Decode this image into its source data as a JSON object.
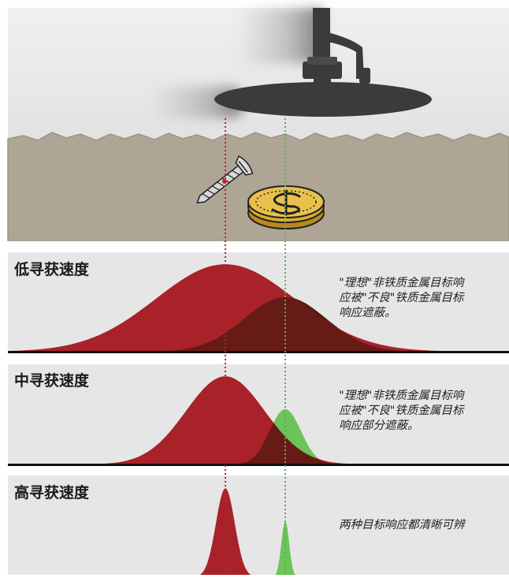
{
  "colors": {
    "sky": "#e6e6e6",
    "sky_top": "#efefef",
    "soil": "#aea595",
    "soil_edge": "#9c9384",
    "panel_bg": "#e6e6e6",
    "ferrous_red": "#a9222a",
    "ferrous_red_dark": "#7a1a1f",
    "overlap_dark": "#5a1a14",
    "nonferrous_green": "#6cc35a",
    "coil": "#3b3b3b",
    "coin_gold": "#e9c04c",
    "coin_rim": "#b88a1e",
    "divider": "#111111",
    "guide_red": "#b6242c",
    "guide_green": "#55b44a"
  },
  "illustration": {
    "detector_icon": "metal-detector-coil-icon",
    "screw_icon": "screw-icon",
    "coin_icon": "gold-coin-icon",
    "coin_symbol": "dollar-sign"
  },
  "panels": [
    {
      "title": "低寻获速度",
      "note_lines": [
        "\"理想\"非铁质金属目标响",
        "应被\"不良\"铁质金属目标",
        "响应遮蔽。"
      ],
      "ferrous_response": {
        "peak": 0.88,
        "width": "wide"
      },
      "nonferrous_response": {
        "peak": 0.55,
        "width": "wide",
        "mostly_hidden": true
      }
    },
    {
      "title": "中寻获速度",
      "note_lines": [
        "\"理想\"非铁质金属目标响",
        "应被\"不良\"铁质金属目标",
        "响应部分遮蔽。"
      ],
      "ferrous_response": {
        "peak": 0.88,
        "width": "medium"
      },
      "nonferrous_response": {
        "peak": 0.55,
        "width": "medium",
        "mostly_hidden": false
      }
    },
    {
      "title": "高寻获速度",
      "note_lines": [
        "两种目标响应都清晰可辨"
      ],
      "ferrous_response": {
        "peak": 0.88,
        "width": "narrow"
      },
      "nonferrous_response": {
        "peak": 0.55,
        "width": "narrow",
        "mostly_hidden": false
      }
    }
  ]
}
